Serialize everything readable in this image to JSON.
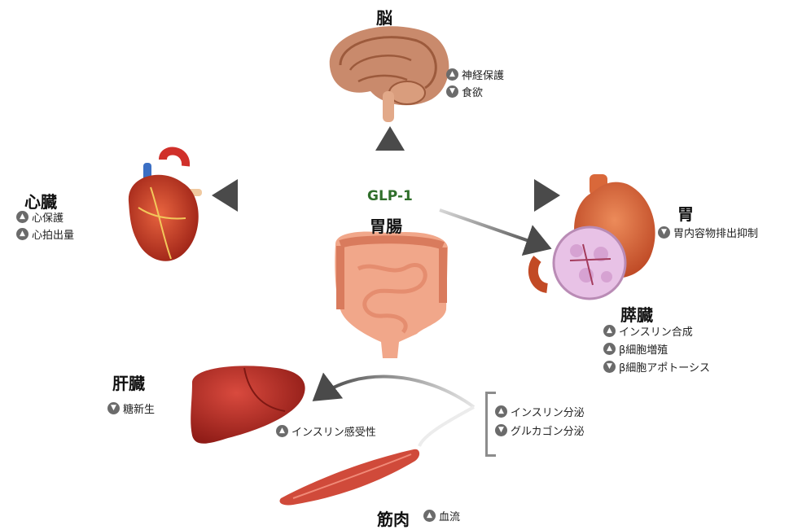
{
  "hub": {
    "name": "GLP-1",
    "color": "#2f6e2a"
  },
  "organs": {
    "brain": {
      "title": "脳",
      "effects": [
        {
          "direction": "up",
          "text": "神経保護"
        },
        {
          "direction": "down",
          "text": "食欲"
        }
      ]
    },
    "heart": {
      "title": "心臓",
      "effects": [
        {
          "direction": "up",
          "text": "心保護"
        },
        {
          "direction": "up",
          "text": "心拍出量"
        }
      ]
    },
    "stomach": {
      "title": "胃",
      "effects": [
        {
          "direction": "down",
          "text": "胃内容物排出抑制"
        }
      ]
    },
    "gut": {
      "title": "胃腸"
    },
    "pancreas": {
      "title": "膵臓",
      "effects": [
        {
          "direction": "up",
          "text": "インスリン合成"
        },
        {
          "direction": "up",
          "text": "β細胞増殖"
        },
        {
          "direction": "down",
          "text": "β細胞アポトーシス"
        }
      ]
    },
    "liver": {
      "title": "肝臓",
      "effects": [
        {
          "direction": "down",
          "text": "糖新生"
        }
      ]
    },
    "muscle": {
      "title": "筋肉",
      "effects": [
        {
          "direction": "up",
          "text": "血流"
        }
      ]
    }
  },
  "insulin_effect": {
    "direction": "up",
    "text": "インスリン感受性"
  },
  "pancreas_secretion": [
    {
      "direction": "up",
      "text": "インスリン分泌"
    },
    {
      "direction": "down",
      "text": "グルカゴン分泌"
    }
  ],
  "icons": {
    "up": "up-arrow-icon",
    "down": "down-arrow-icon"
  },
  "colors": {
    "arrow": "#4a4a4a",
    "badge": "#6b6b6b",
    "organ_red": "#c0392b",
    "gut": "#f1a78a"
  }
}
